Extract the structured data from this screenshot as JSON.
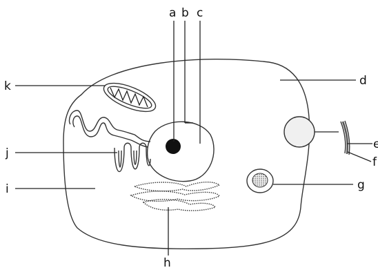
{
  "diagram": {
    "labels": {
      "a": "a",
      "b": "b",
      "c": "c",
      "d": "d",
      "e": "e",
      "f": "f",
      "g": "g",
      "h": "h",
      "i": "i",
      "j": "j",
      "k": "k"
    }
  }
}
